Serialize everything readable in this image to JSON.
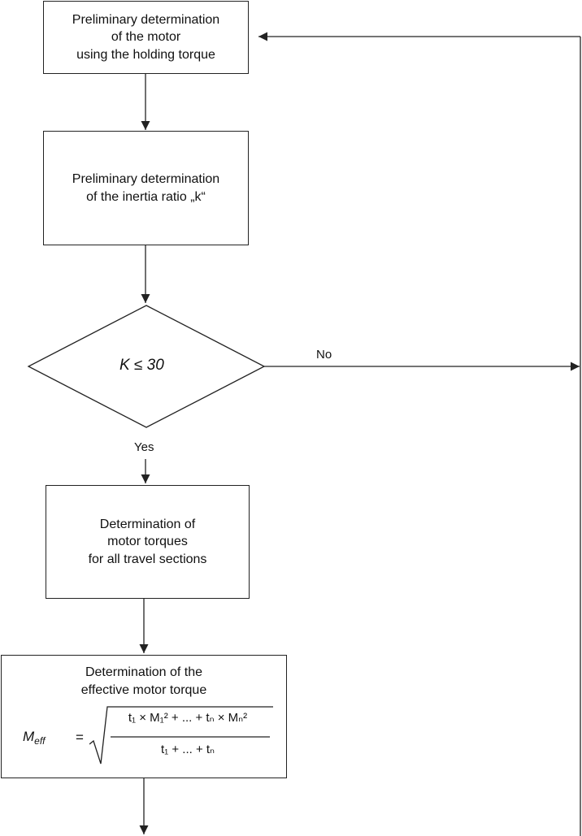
{
  "boxes": {
    "holding_torque": [
      "Preliminary determination",
      "of the motor",
      "using the holding torque"
    ],
    "inertia_ratio": [
      "Preliminary determination",
      "of the inertia ratio „k“"
    ],
    "motor_torques": [
      "Determination of",
      "motor torques",
      "for all travel sections"
    ],
    "effective_torque": [
      "Determination of the",
      "effective motor torque"
    ]
  },
  "decision": {
    "condition": "K ≤ 30",
    "yes_label": "Yes",
    "no_label": "No"
  },
  "formula": {
    "lhs_symbol": "M",
    "lhs_subscript": "eff",
    "equals": "=",
    "numerator_text": "t₁ × M₁² + ... + tₙ × Mₙ²",
    "denominator_text": "t₁ + ... + tₙ"
  },
  "colors": {
    "line": "#222222",
    "background": "#ffffff"
  }
}
